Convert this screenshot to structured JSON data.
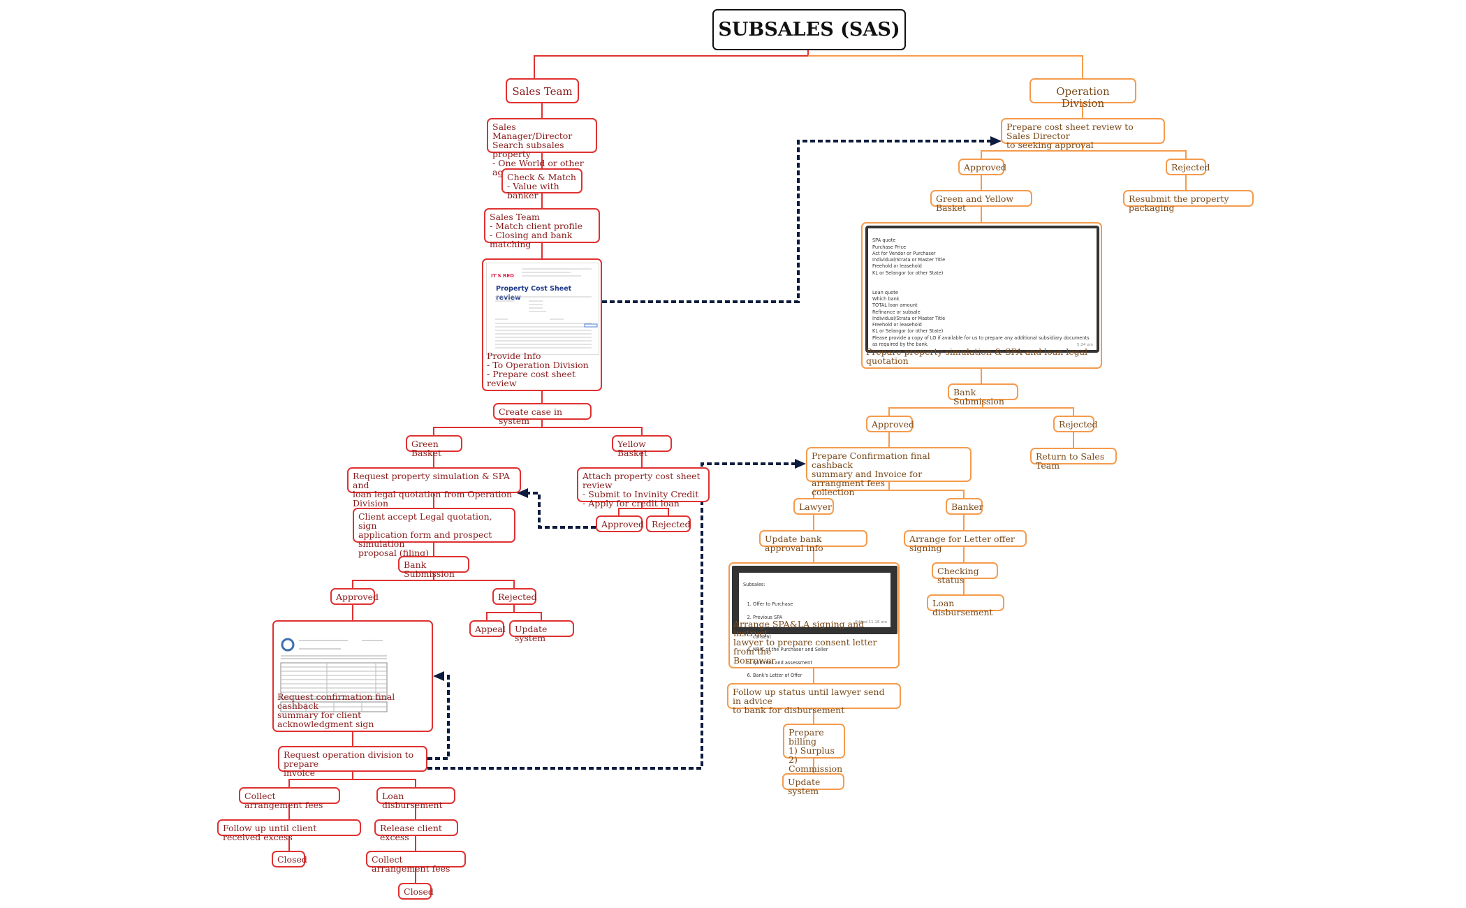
{
  "title": "SUBSALES (SAS)",
  "nodes": {
    "sales_team": "Sales Team",
    "sales_manager": "Sales Manager/Director\nSearch subsales property\n- One World or other agents",
    "check_match": "Check & Match\n- Value with banker",
    "sales_team_match": "Sales Team\n- Match client profile\n- Closing and bank matching",
    "provide_info": "Provide Info\n- To Operation Division\n- Prepare cost sheet review",
    "create_case": "Create case in system",
    "green_basket": "Green Basket",
    "yellow_basket": "Yellow Basket",
    "request_sim": "Request property simulation &  SPA and\nloan legal quotation from Operation Division",
    "attach_cost": "Attach property cost sheet review\n- Submit to Invinity Credit\n- Apply for credit loan",
    "y_approved": "Approved",
    "y_rejected": "Rejected",
    "client_accept": "Client accept Legal quotation, sign\napplication form and prospect simulation\nproposal (filing)",
    "bank_sub_left": "Bank Submission",
    "l_approved": "Approved",
    "l_rejected": "Rejected",
    "appeal": "Appeal",
    "update_system_left": "Update system",
    "req_confirm": "Request confirmation final cashback\nsummary for client acknowledgment sign",
    "req_invoice": "Request operation division to prepare\ninvoice",
    "collect_fees_1": "Collect arrangement fees",
    "loan_disb_left": "Loan disbursement",
    "follow_client": "Follow up until client received excess",
    "release_excess": "Release client excess",
    "closed_1": "Closed",
    "collect_fees_2": "Collect arrangement fees",
    "closed_2": "Closed",
    "operation_division": "Operation Division",
    "prepare_cost": "Prepare cost sheet review to Sales Director\nto seeking approval",
    "r_approved": "Approved",
    "r_rejected": "Rejected",
    "green_yellow": "Green and Yellow Basket",
    "resubmit": "Resubmit the property packaging",
    "prepare_sim": "Prepare property simulation &  SPA and loan legal quotation",
    "bank_sub_right": "Bank Submission",
    "br_approved": "Approved",
    "br_rejected": "Rejected",
    "return_sales": "Return to Sales Team",
    "prepare_confirm": "Prepare Confirmation final cashback\nsummary and Invoice for arrangment fees\ncollection",
    "lawyer": "Lawyer",
    "banker": "Banker",
    "update_bank": "Update bank approval info",
    "arrange_lo": "Arrange for Letter offer signing",
    "checking": "Checking status",
    "loan_disb_right": "Loan disbursement",
    "arrange_spa": "Arrange SPA&LA signing and instruct\nlawyer to prepare consent letter from the\nBorrower",
    "follow_lawyer": "Follow up status until lawyer send in advice\nto bank for disbursement",
    "prepare_billing": "Prepare billing\n1) Surplus\n2) Commission",
    "update_system_right": "Update system"
  },
  "screenshots": {
    "cost_sheet": {
      "heading": "Property Cost Sheet review",
      "logo_text": "IT'S RED"
    },
    "quote_panel": {
      "text": "SPA quote\nPurchase Price\nAct for Vendor or Purchaser\nIndividual/Strata or Master Title\nFreehold or leasehold\nKL or Selangor (or other State)\n\n\nLoan quote\nWhich bank\nTOTAL loan amount\nRefinance or subsale\nIndividual/Strata or Master Title\nFreehold or leasehold\nKL or Selangor (or other State)\nPlease provide a copy of LO if available for us to prepare any additional subsidiary documents as required by the bank.",
      "time": "5:24 pm"
    },
    "subsales_panel": {
      "heading": "Subsales:",
      "items": [
        "Offer to Purchase",
        "Previous SPA",
        "Individual title or Master Title with the Developer's consent",
        "NRIC of the Purchaser and Seller",
        "Quit rent and assessment",
        "Bank's Letter of Offer"
      ],
      "time": "Edited 11:18 am"
    }
  },
  "colors": {
    "sales": "#e03131",
    "operation": "#f59b4c",
    "dashed": "#0d1b3e"
  }
}
